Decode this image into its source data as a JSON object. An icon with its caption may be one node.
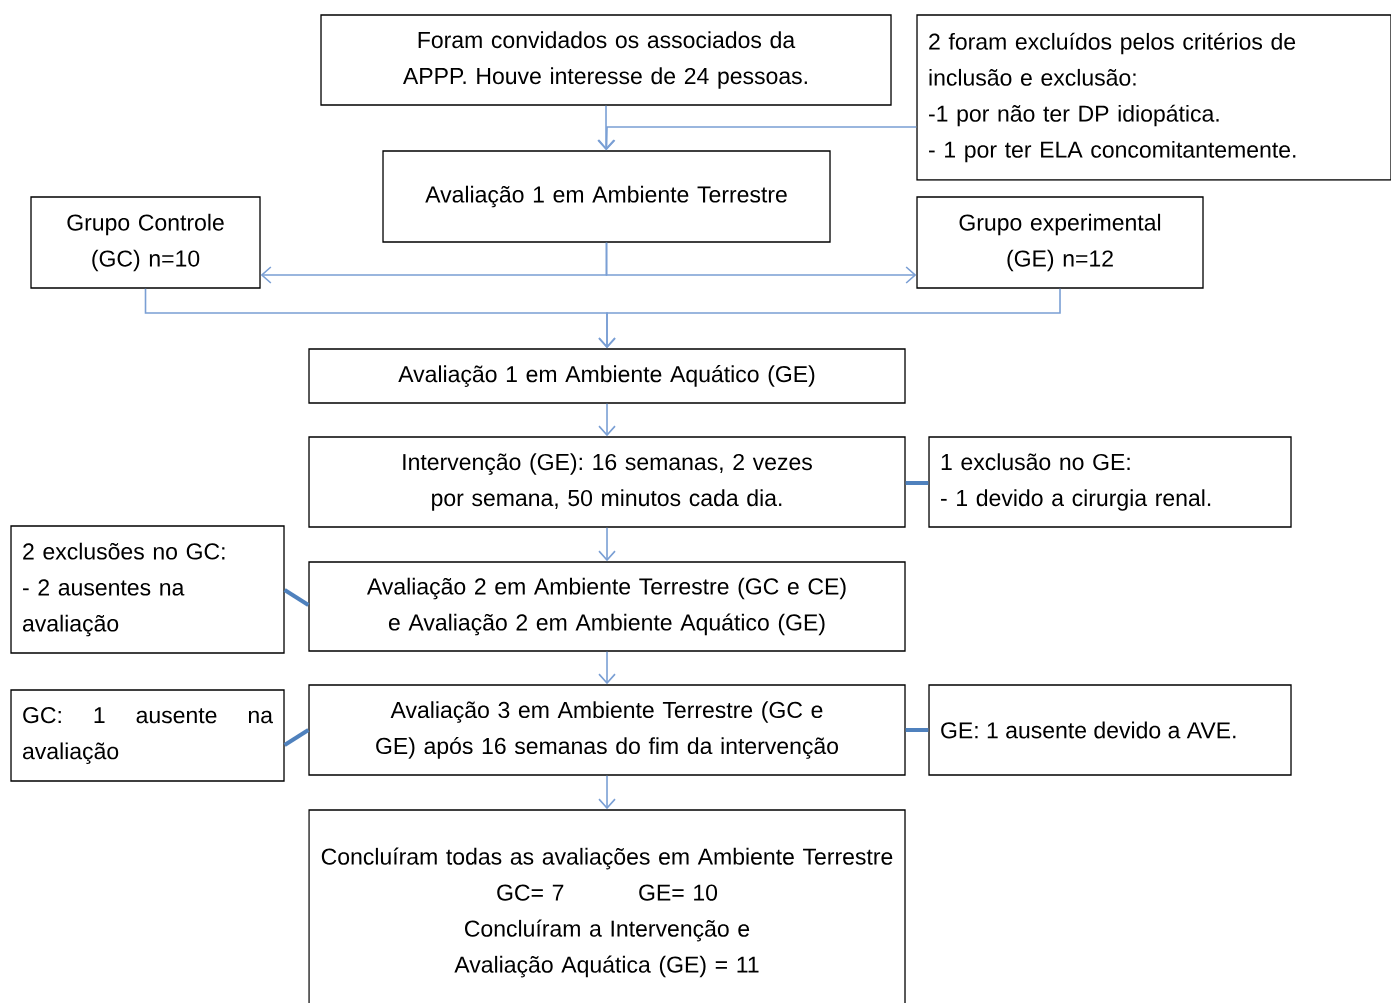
{
  "diagram": {
    "nodes": [
      {
        "text": [
          "Foram convidados os associados da APPP. Houve interesse de 24 pessoas."
        ]
      },
      {
        "text": [
          "2 foram excluídos pelos critérios de inclusão e exclusão:",
          "-1 por não ter DP idiopática.",
          "- 1 por ter ELA concomitantemente."
        ]
      },
      {
        "text": [
          "Avaliação 1 em Ambiente Terrestre"
        ]
      },
      {
        "text": [
          "Grupo Controle (GC) n=10"
        ]
      },
      {
        "text": [
          "Grupo experimental (GE) n=12"
        ]
      },
      {
        "text": [
          "Avaliação 1 em Ambiente Aquático (GE)"
        ]
      },
      {
        "text": [
          "Intervenção (GE): 16 semanas, 2 vezes por semana, 50 minutos cada dia."
        ]
      },
      {
        "text": [
          "1 exclusão no GE:",
          "- 1 devido a cirurgia renal."
        ]
      },
      {
        "text": [
          "2 exclusões no GC:",
          "- 2 ausentes na avaliação"
        ]
      },
      {
        "text": [
          "Avaliação 2 em Ambiente Terrestre (GC e CE) e Avaliação 2 em Ambiente Aquático (GE)"
        ]
      },
      {
        "text": [
          "GC: 1 ausente na avaliação"
        ]
      },
      {
        "text": [
          "Avaliação 3 em Ambiente Terrestre (GC e GE) após 16 semanas do fim da intervenção"
        ]
      },
      {
        "text": [
          "GE: 1 ausente devido a AVE."
        ]
      },
      {
        "text": [
          "Concluíram todas as avaliações em Ambiente Terrestre",
          "GC= 7",
          "GE= 10",
          "Concluíram a Intervenção e Avaliação Aquática (GE) = 11"
        ]
      }
    ],
    "edges": [
      {
        "from": 0,
        "to": 2,
        "arrow": "to"
      },
      {
        "from": 1,
        "to": 2,
        "arrow": "to"
      },
      {
        "from": 2,
        "to": 3,
        "arrow": "to"
      },
      {
        "from": 2,
        "to": 4,
        "arrow": "to"
      },
      {
        "from": 3,
        "to": 5,
        "arrow": "to"
      },
      {
        "from": 4,
        "to": 5,
        "arrow": "to"
      },
      {
        "from": 5,
        "to": 6,
        "arrow": "to"
      },
      {
        "from": 6,
        "to": 7,
        "arrow": "none",
        "style": "thick"
      },
      {
        "from": 6,
        "to": 9,
        "arrow": "to"
      },
      {
        "from": 8,
        "to": 9,
        "arrow": "none",
        "style": "thick"
      },
      {
        "from": 9,
        "to": 11,
        "arrow": "to"
      },
      {
        "from": 10,
        "to": 11,
        "arrow": "none",
        "style": "thick"
      },
      {
        "from": 11,
        "to": 12,
        "arrow": "none",
        "style": "thick"
      },
      {
        "from": 11,
        "to": 13,
        "arrow": "to"
      }
    ]
  }
}
